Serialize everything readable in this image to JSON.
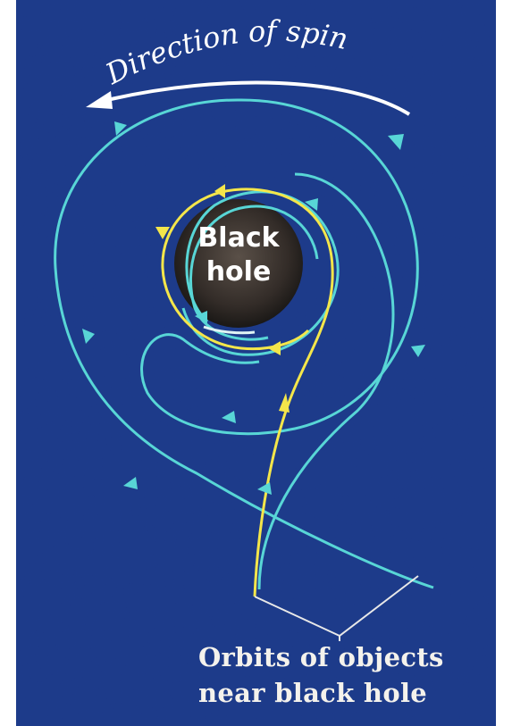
{
  "diagram": {
    "spin_label": "Direction of spin",
    "black_hole_label": [
      "Black",
      "hole"
    ],
    "orbits_label": [
      "Orbits of objects",
      "near black hole"
    ]
  },
  "colors": {
    "background": "#1f3b8c",
    "cyan_orbit": "#58d6d6",
    "yellow_orbit": "#f4e64a",
    "spin_arrow": "#ffffff",
    "black_hole_center": "#5a5048",
    "black_hole_edge": "#1a1816"
  },
  "icons": {
    "spin_arrow": "curved-arrow-left-icon",
    "orbit_arrows": "triangle-arrowhead-icon"
  }
}
